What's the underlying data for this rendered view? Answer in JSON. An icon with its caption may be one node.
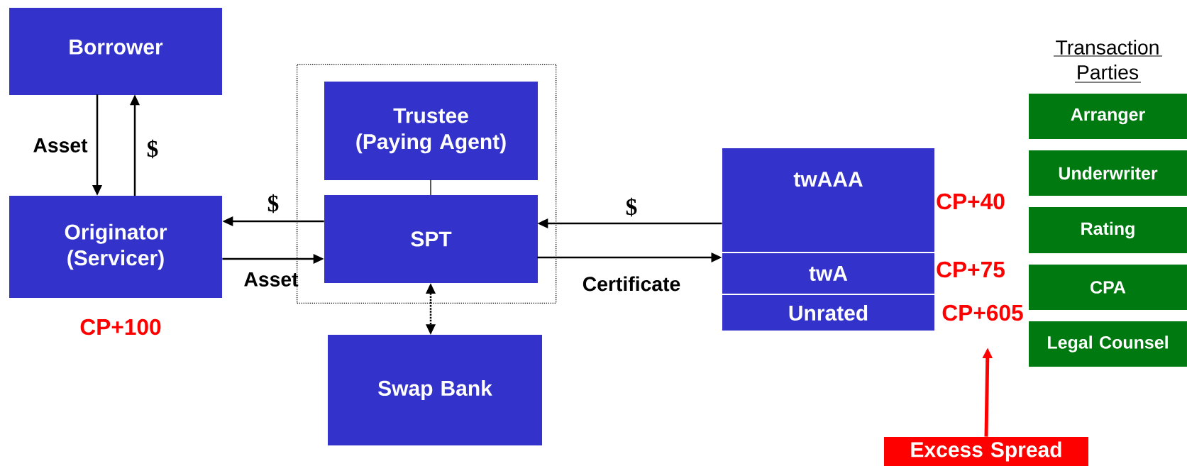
{
  "diagram": {
    "nodes": [
      {
        "text": [
          "Borrower"
        ]
      },
      {
        "text": [
          "Originator (Servicer)"
        ],
        "beside": [
          "CP+100"
        ]
      },
      {
        "text": [],
        "shape": "box"
      },
      {
        "text": [
          "Trustee (Paying Agent)"
        ],
        "in": 2
      },
      {
        "text": [
          "SPT"
        ],
        "in": 2
      },
      {
        "text": [
          "Swap Bank"
        ]
      },
      {
        "text": [
          "twAAA"
        ],
        "beside": [
          "CP+40"
        ]
      },
      {
        "text": [
          "twA"
        ],
        "beside": [
          "CP+75"
        ]
      },
      {
        "text": [
          "Unrated"
        ],
        "beside": [
          "CP+605"
        ]
      },
      {
        "text": [
          "Arranger"
        ]
      },
      {
        "text": [
          "Underwriter"
        ]
      },
      {
        "text": [
          "Rating"
        ]
      },
      {
        "text": [
          "CPA"
        ]
      },
      {
        "text": [
          "Legal Counsel"
        ]
      },
      {
        "text": [
          "Excess Spread"
        ]
      }
    ],
    "edges": [
      {
        "from": 0,
        "to": 1,
        "label": "Asset",
        "arrow": "to"
      },
      {
        "from": 1,
        "to": 0,
        "label": "$",
        "arrow": "to"
      },
      {
        "from": 4,
        "to": 1,
        "label": "$",
        "arrow": "to"
      },
      {
        "from": 1,
        "to": 4,
        "label": "Asset",
        "arrow": "to"
      },
      {
        "from": 3,
        "to": 4,
        "arrow": "none"
      },
      {
        "from": 4,
        "to": 5,
        "arrow": "both",
        "style": "dashed"
      },
      {
        "from": 6,
        "to": 4,
        "label": "$",
        "arrow": "to"
      },
      {
        "from": 4,
        "to": 7,
        "label": "Certificate",
        "arrow": "to"
      },
      {
        "from": 14,
        "to": null,
        "arrow": "to",
        "color": "#ff0000"
      }
    ],
    "labels": [
      "Transaction Parties"
    ]
  }
}
